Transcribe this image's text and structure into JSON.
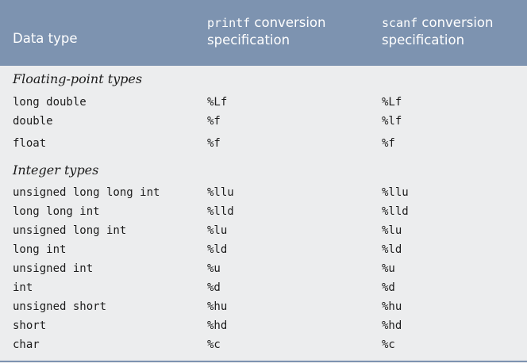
{
  "header": {
    "data_type": "Data type",
    "printf_code": "printf",
    "printf_rest": " conversion",
    "printf_line2": "specification",
    "scanf_code": "scanf",
    "scanf_rest": " conversion",
    "scanf_line2": "specification"
  },
  "sections": {
    "floating": {
      "title": "Floating-point types",
      "rows": [
        {
          "type": "long double",
          "printf": "%Lf",
          "scanf": "%Lf"
        },
        {
          "type": "double",
          "printf": "%f",
          "scanf": "%lf"
        },
        {
          "type": "float",
          "printf": "%f",
          "scanf": "%f"
        }
      ]
    },
    "integer": {
      "title": "Integer types",
      "rows": [
        {
          "type": "unsigned long long int",
          "printf": "%llu",
          "scanf": "%llu"
        },
        {
          "type": "long long int",
          "printf": "%lld",
          "scanf": "%lld"
        },
        {
          "type": "unsigned long int",
          "printf": "%lu",
          "scanf": "%lu"
        },
        {
          "type": "long int",
          "printf": "%ld",
          "scanf": "%ld"
        },
        {
          "type": "unsigned int",
          "printf": "%u",
          "scanf": "%u"
        },
        {
          "type": "int",
          "printf": "%d",
          "scanf": "%d"
        },
        {
          "type": "unsigned short",
          "printf": "%hu",
          "scanf": "%hu"
        },
        {
          "type": "short",
          "printf": "%hd",
          "scanf": "%hd"
        },
        {
          "type": "char",
          "printf": "%c",
          "scanf": "%c"
        }
      ]
    }
  },
  "colors": {
    "header_bg": "#7d93b0",
    "body_bg": "#ecedee",
    "text": "#1c1c1c"
  }
}
